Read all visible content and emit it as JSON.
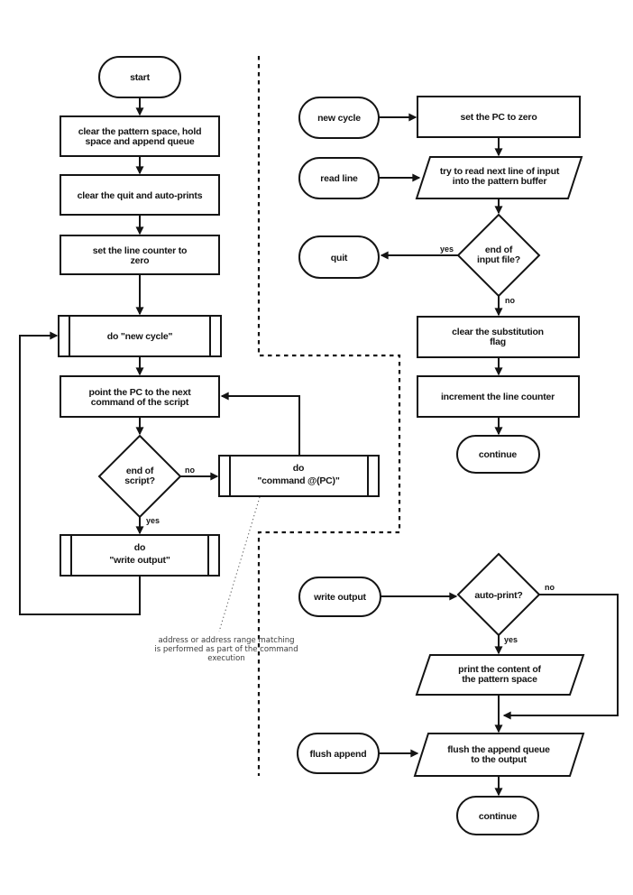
{
  "colors": {
    "line": "#141414",
    "background": "#ffffff",
    "note_text": "#3b3b3b"
  },
  "nodes": {
    "start": {
      "lines": [
        "start"
      ]
    },
    "clear_pattern": {
      "lines": [
        "clear the pattern space, hold",
        "space and append queue"
      ]
    },
    "clear_quit": {
      "lines": [
        "clear the quit and auto-prints"
      ]
    },
    "set_line_counter": {
      "lines": [
        "set the line counter to",
        "zero"
      ]
    },
    "do_new_cycle": {
      "lines": [
        "do \"new cycle\""
      ]
    },
    "point_pc": {
      "lines": [
        "point the PC to the next",
        "command of the script"
      ]
    },
    "end_of_script": {
      "lines": [
        "end of",
        "script?"
      ]
    },
    "do_command": {
      "lines": [
        "do",
        "\"command @(PC)\""
      ]
    },
    "do_write_output": {
      "lines": [
        "do",
        "\"write output\""
      ]
    },
    "new_cycle": {
      "lines": [
        "new cycle"
      ]
    },
    "set_pc_zero": {
      "lines": [
        "set the PC to zero"
      ]
    },
    "read_line": {
      "lines": [
        "read line"
      ]
    },
    "try_read": {
      "lines": [
        "try to read next line of input",
        "into the pattern buffer"
      ]
    },
    "quit": {
      "lines": [
        "quit"
      ]
    },
    "end_of_input": {
      "lines": [
        "end of",
        "input file?"
      ]
    },
    "clear_subst": {
      "lines": [
        "clear the substitution",
        "flag"
      ]
    },
    "increment_lc": {
      "lines": [
        "increment the line counter"
      ]
    },
    "continue_read": {
      "lines": [
        "continue"
      ]
    },
    "write_output": {
      "lines": [
        "write output"
      ]
    },
    "auto_print": {
      "lines": [
        "auto-print?"
      ]
    },
    "print_content": {
      "lines": [
        "print the content of",
        "the pattern space"
      ]
    },
    "flush_append": {
      "lines": [
        "flush append"
      ]
    },
    "flush_queue": {
      "lines": [
        "flush the append queue",
        "to the output"
      ]
    },
    "continue_write": {
      "lines": [
        "continue"
      ]
    }
  },
  "edge_labels": {
    "end_of_script_no": "no",
    "end_of_script_yes": "yes",
    "end_of_input_yes": "yes",
    "end_of_input_no": "no",
    "auto_print_no": "no",
    "auto_print_yes": "yes"
  },
  "note": {
    "lines": [
      "address or address range matching",
      "is performed as part of the command",
      "execution"
    ]
  }
}
